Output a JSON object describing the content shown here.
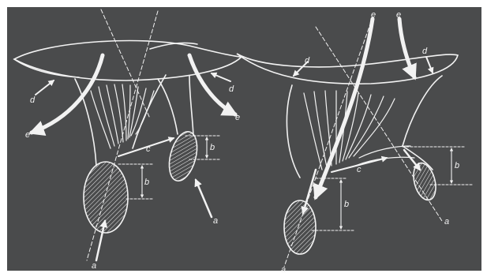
{
  "figure": {
    "background": "#4a4b4c",
    "ink": "#f2f2f2",
    "left_diagram": {
      "labels": [
        "a",
        "a",
        "b",
        "b",
        "c",
        "d",
        "d",
        "e",
        "e"
      ]
    },
    "right_diagram": {
      "labels": [
        "a",
        "a",
        "b",
        "b",
        "c",
        "d",
        "d",
        "e",
        "e"
      ]
    }
  }
}
